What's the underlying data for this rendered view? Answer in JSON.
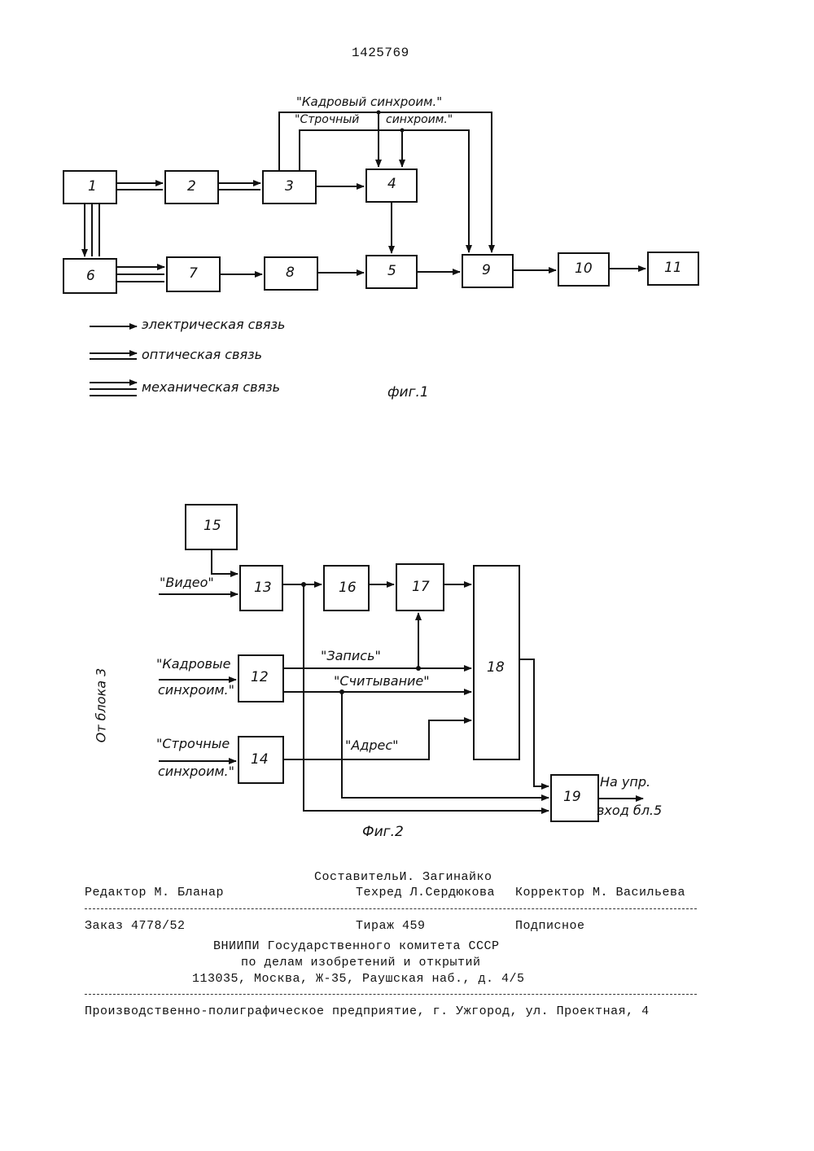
{
  "page": {
    "number": "1425769"
  },
  "fig1": {
    "caption": "фиг.1",
    "blocks": [
      "1",
      "2",
      "3",
      "4",
      "5",
      "6",
      "7",
      "8",
      "9",
      "10",
      "11"
    ],
    "signals": {
      "frame_sync": "\"Кадровый синхроим.\"",
      "line_sync_a": "\"Строчный",
      "line_sync_b": "синхроим.\""
    },
    "legend": [
      "электрическая связь",
      "оптическая связь",
      "механическая связь"
    ]
  },
  "fig2": {
    "caption": "Фиг.2",
    "blocks": [
      "13",
      "15",
      "16",
      "17",
      "18",
      "12",
      "14",
      "19"
    ],
    "inputs": {
      "video": "\"Видео\"",
      "frame_a": "\"Кадровые",
      "frame_b": "синхроим.\"",
      "line_a": "\"Строчные",
      "line_b": "синхроим.\"",
      "from_block": "От блока 3"
    },
    "signals": {
      "write": "\"Запись\"",
      "read": "\"Считывание\"",
      "address": "\"Адрес\""
    },
    "output_a": "На упр.",
    "output_b": "вход бл.5"
  },
  "footer": {
    "composer": "СоставительИ. Загинайко",
    "editor": "Редактор М. Бланар",
    "techred": "Техред Л.Сердюкова",
    "corrector": "Корректор  М. Васильева",
    "order": "Заказ 4778/52",
    "circulation": "Тираж 459",
    "subscription": "Подписное",
    "org1": "ВНИИПИ Государственного комитета СССР",
    "org2": "по делам изобретений и открытий",
    "org3": "113035, Москва, Ж-35, Раушская наб., д. 4/5",
    "printer": "Производственно-полиграфическое предприятие, г. Ужгород, ул. Проектная, 4"
  }
}
